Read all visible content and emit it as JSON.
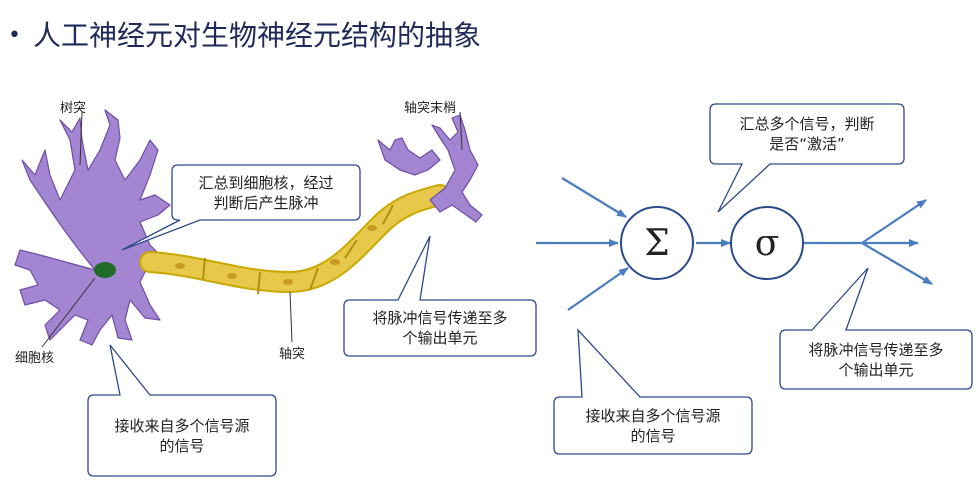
{
  "slide": {
    "bullet": "•",
    "title": "人工神经元对生物神经元结构的抽象"
  },
  "neuron": {
    "labels": {
      "dendrite": "树突",
      "axon_terminal": "轴突末梢",
      "nucleus": "细胞核",
      "axon": "轴突"
    },
    "callouts": {
      "sum_fire": [
        "汇总到细胞核，经过",
        "判断后产生脉冲"
      ],
      "transmit": [
        "将脉冲信号传递至多",
        "个输出单元"
      ],
      "receive": [
        "接收来自多个信号源",
        "的信号"
      ]
    }
  },
  "model": {
    "sum_symbol": "Σ",
    "activation_symbol": "σ",
    "callouts": {
      "sum_activate": [
        "汇总多个信号，判断",
        "是否“激活”"
      ],
      "transmit": [
        "将脉冲信号传递至多",
        "个输出单元"
      ],
      "receive": [
        "接收来自多个信号源",
        "的信号"
      ]
    }
  },
  "colors": {
    "title": "#1f2a5a",
    "arrow": "#4a7cc0",
    "callout_border": "#2b4a8c",
    "neuron_body": "#a385d1",
    "axon_segment": "#e8c84a",
    "nucleus": "#1f6b2a"
  }
}
